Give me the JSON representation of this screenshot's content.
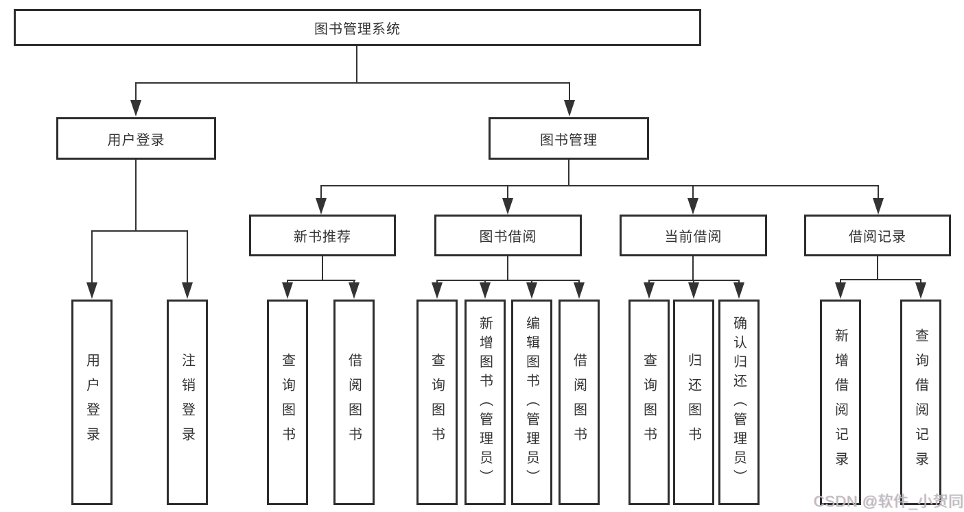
{
  "diagram": {
    "root": {
      "label": "图书管理系统"
    },
    "branches": {
      "user_login": {
        "label": "用户登录",
        "children": [
          {
            "label": "用户登录"
          },
          {
            "label": "注销登录"
          }
        ]
      },
      "book_management": {
        "label": "图书管理"
      }
    },
    "modules": [
      {
        "label": "新书推荐",
        "children": [
          {
            "label": "查询图书"
          },
          {
            "label": "借阅图书"
          }
        ]
      },
      {
        "label": "图书借阅",
        "children": [
          {
            "label": "查询图书"
          },
          {
            "label": "新增图书（管理员）"
          },
          {
            "label": "编辑图书（管理员）"
          },
          {
            "label": "借阅图书"
          }
        ]
      },
      {
        "label": "当前借阅",
        "children": [
          {
            "label": "查询图书"
          },
          {
            "label": "归还图书"
          },
          {
            "label": "确认归还（管理员）"
          }
        ]
      },
      {
        "label": "借阅记录",
        "children": [
          {
            "label": "新增借阅记录"
          },
          {
            "label": "查询借阅记录"
          }
        ]
      }
    ],
    "colors": {
      "line": "#333333",
      "box_border": "#2d2d2d",
      "watermark": "#bcbcbc"
    },
    "watermark": "CSDN @软件_小贺同学"
  }
}
